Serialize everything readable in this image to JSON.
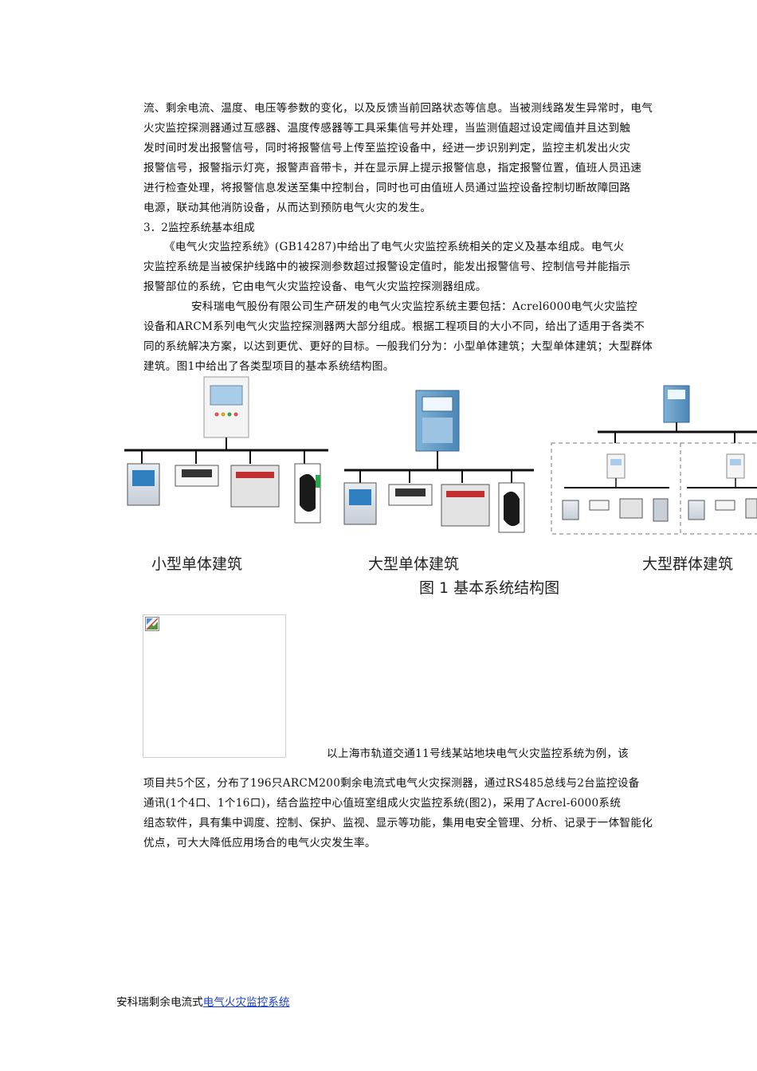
{
  "paragraph1": [
    "流、剩余电流、温度、电压等参数的变化，以及反馈当前回路状态等信息。当被测线路发生异常时，电气",
    "火灾监控探测器通过互感器、温度传感器等工具采集信号并处理，当监测值超过设定阈值并且达到触",
    "发时间时发出报警信号，同时将报警信号上传至监控设备中，经进一步识别判定，监控主机发出火灾",
    "报警信号，报警指示灯亮，报警声音带卡，并在显示屏上提示报警信息，指定报警位置，值班人员迅速",
    "进行检查处理，将报警信息发送至集中控制台，同时也可由值班人员通过监控设备控制切断故障回路",
    "电源，联动其他消防设备，从而达到预防电气火灾的发生。"
  ],
  "section_heading": "3．2监控系统基本组成",
  "paragraph2": [
    "《电气火灾监控系统》(GB14287)中给出了电气火灾监控系统相关的定义及基本组成。电气火",
    "灾监控系统是当被保护线路中的被探测参数超过报警设定值时，能发出报警信号、控制信号并能指示",
    "报警部位的系统，它由电气火灾监控设备、电气火灾监控探测器组成。"
  ],
  "paragraph3": [
    "安科瑞电气股份有限公司生产研发的电气火灾监控系统主要包括：Acrel6000电气火灾监控",
    "设备和ARCM系列电气火灾监控探测器两大部分组成。根据工程项目的大小不同，给出了适用于各类不",
    "同的系统解决方案，以达到更优、更好的目标。一般我们分为：小型单体建筑；大型单体建筑；大型群体",
    "建筑。图1中给出了各类型项目的基本系统结构图。"
  ],
  "figure1": {
    "labels": [
      "小型单体建筑",
      "大型单体建筑",
      "大型群体建筑"
    ],
    "caption": "图 1  基本系统结构图"
  },
  "paragraph4_inline": "以上海市轨道交通11号线某站地块电气火灾监控系统为例，该",
  "paragraph4": [
    "项目共5个区，分布了196只ARCM200剩余电流式电气火灾探测器，通过RS485总线与2台监控设备",
    "通讯(1个4口、1个16口)，结合监控中心值班室组成火灾监控系统(图2)，采用了Acrel-6000系统",
    "组态软件，具有集中调度、控制、保护、监视、显示等功能，集用电安全管理、分析、记录于一体智能化",
    "优点，可大大降低应用场合的电气火灾发生率。"
  ],
  "footer": {
    "prefix": "安科瑞剩余电流式",
    "link": "电气火灾监控系统"
  }
}
